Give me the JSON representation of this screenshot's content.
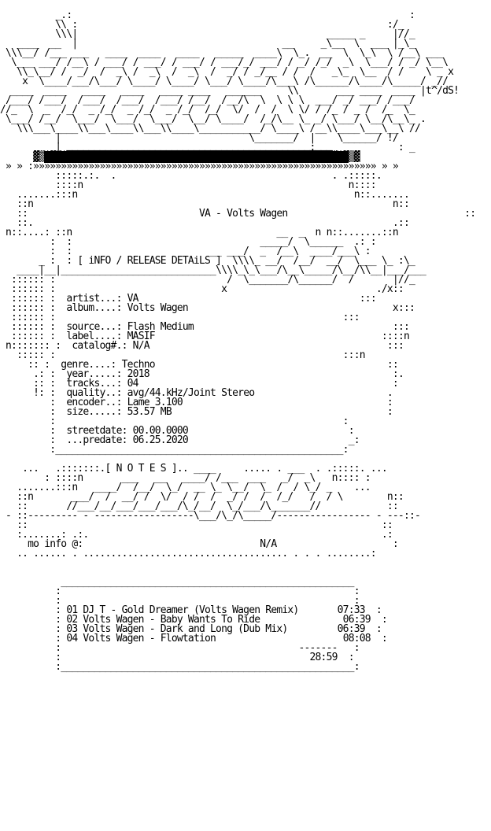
{
  "release_title": "VA - Volts Wagen",
  "info_heading": "[ iNFO / RELEASE DETAiLS ]",
  "details": [
    {
      "label": "artist...:",
      "value": "VA"
    },
    {
      "label": "album....:",
      "value": "Volts Wagen"
    },
    {
      "label": "source...:",
      "value": "Flash Medium"
    },
    {
      "label": "label....:",
      "value": "MASIF"
    },
    {
      "label": "catalog#.:",
      "value": "N/A"
    },
    {
      "label": "genre....:",
      "value": "Techno"
    },
    {
      "label": "year.....:",
      "value": "2018"
    },
    {
      "label": "tracks...:",
      "value": "04"
    },
    {
      "label": "quality..:",
      "value": "avg/44.kHz/Joint Stereo"
    },
    {
      "label": "encoder..:",
      "value": "Lame 3.100"
    },
    {
      "label": "size.....:",
      "value": "53.57 MB"
    },
    {
      "label": "streetdate:",
      "value": "00.00.0000"
    },
    {
      "label": "...predate:",
      "value": "06.25.2020"
    }
  ],
  "notes_heading": "[ N O T E S ]",
  "notes": {
    "label": "mo info @:",
    "value": "N/A"
  },
  "tracks": [
    {
      "title": "01 DJ T - Gold Dreamer (Volts Wagen Remix)",
      "time": "07:33"
    },
    {
      "title": "02 Volts Wagen - Baby Wants To Ride",
      "time": "06:39"
    },
    {
      "title": "03 Volts Wagen - Dark and Long (Dub Mix)",
      "time": "06:39"
    },
    {
      "title": "04 Volts Wagen - Flowtation",
      "time": "08:08"
    }
  ],
  "total_separator": "-------",
  "total_time": "28:59",
  "signature": "t^/dS!"
}
